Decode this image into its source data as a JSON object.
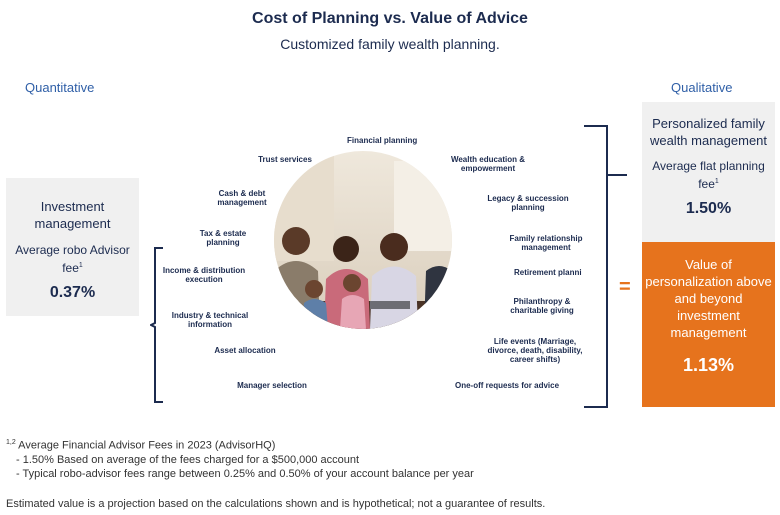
{
  "title": "Cost of Planning vs. Value of Advice",
  "subtitle": "Customized family wealth planning.",
  "left_heading": "Quantitative",
  "right_heading": "Qualitative",
  "left_box": {
    "title": "Investment management",
    "fee_label": "Average robo Advisor fee",
    "fee_sup": "1",
    "value": "0.37%"
  },
  "right_box_gray": {
    "title": "Personalized family wealth management",
    "fee_label": "Average flat planning fee",
    "fee_sup": "1",
    "value": "1.50%"
  },
  "right_box_orange": {
    "title": "Value of personalization above and beyond investment management",
    "value": "1.13%"
  },
  "equals": "=",
  "services_left": [
    "Trust services",
    "Cash & debt management",
    "Tax & estate planning",
    "Income & distribution execution",
    "Industry & technical information",
    "Asset allocation",
    "Manager selection"
  ],
  "service_top": "Financial planning",
  "services_right": [
    "Wealth education & empowerment",
    "Legacy & succession planning",
    "Family relationship management",
    "Retirement planni",
    "Philanthropy & charitable giving",
    "Life events (Marriage, divorce, death, disability, career shifts)",
    "One-off requests for advice"
  ],
  "footnote": {
    "sup": "1,2",
    "line1": " Average Financial Advisor Fees in 2023 (AdvisorHQ)",
    "line2": "- 1.50% Based on average of the fees charged for a $500,000 account",
    "line3": "- Typical robo-advisor fees range between 0.25% and 0.50% of your account balance per year"
  },
  "disclaimer": "Estimated value is a projection based on the calculations shown and is hypothetical; not a guarantee of results.",
  "colors": {
    "navy": "#1c2b4f",
    "blue": "#2f5fa7",
    "orange": "#e6731d",
    "gray_box": "#f0f0f0"
  },
  "image": "family-meeting-photo"
}
